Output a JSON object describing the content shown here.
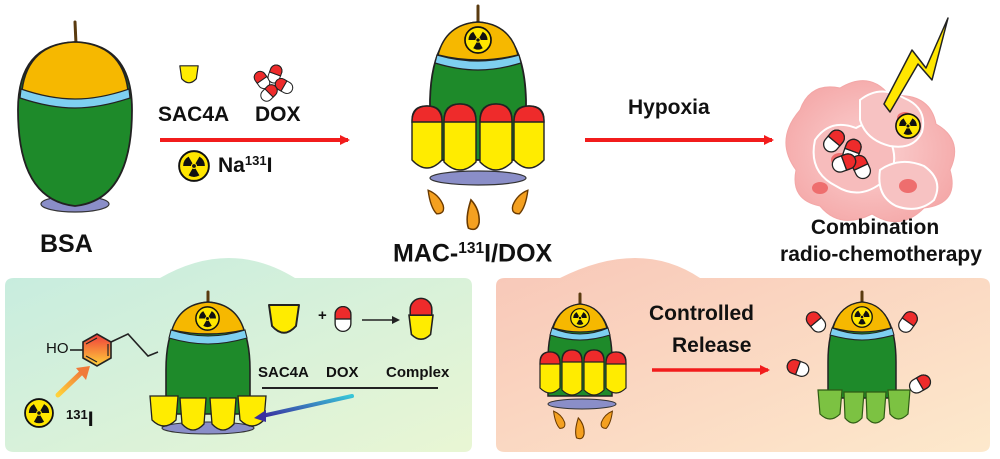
{
  "labels": {
    "bsa": "BSA",
    "sac4a": "SAC4A",
    "dox": "DOX",
    "na": "Na",
    "na_mass": "131",
    "na_tail": "I",
    "mac_pre": "MAC-",
    "mac_mass": "131",
    "mac_post": "I/DOX",
    "hypoxia": "Hypoxia",
    "combination_line1": "Combination",
    "combination_line2": "radio-chemotherapy",
    "ho": "HO",
    "i_mass": "131",
    "i_tail": "I",
    "plus": "+",
    "sac4a_small": "SAC4A",
    "dox_small": "DOX",
    "complex": "Complex",
    "controlled": "Controlled",
    "release": "Release"
  },
  "colors": {
    "green": "#1e8a2a",
    "yellow": "#ffec00",
    "red": "#ee2b2b",
    "orange_cap": "#f6b800",
    "blue_band": "#7ecff0",
    "arrow_red": "#f21c1c",
    "panel_left": "#cdeedd",
    "panel_right": "#fbd3c2"
  }
}
